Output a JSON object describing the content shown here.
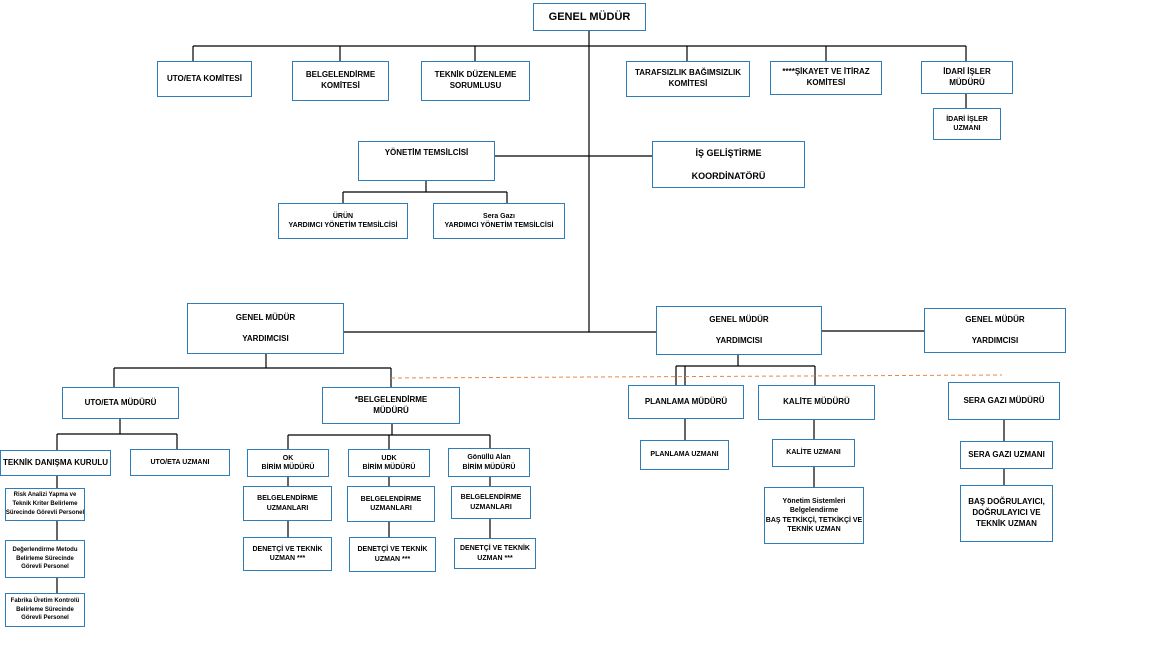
{
  "nodes": {
    "genel_mudur": "GENEL MÜDÜR",
    "uto_eta_komitesi": "UTO/ETA KOMİTESİ",
    "belgelendirme_komitesi": [
      "BELGELENDİRME",
      "KOMİTESİ"
    ],
    "teknik_duzenleme": [
      "TEKNİK DÜZENLEME",
      "SORUMLUSU"
    ],
    "tarafsizlik": [
      "TARAFSIZLIK BAĞIMSIZLIK",
      "KOMİTESİ"
    ],
    "sikayet": [
      "****ŞİKAYET VE İTİRAZ",
      "KOMİTESİ"
    ],
    "idari_mudur": [
      "İDARİ İŞLER",
      "MÜDÜRÜ"
    ],
    "idari_uzman": [
      "İDARİ İŞLER",
      "UZMANI"
    ],
    "yonetim_temsilcisi": "YÖNETİM TEMSİLCİSİ",
    "is_gelistirme": [
      "İŞ GELİŞTİRME",
      "KOORDİNATÖRÜ"
    ],
    "urun_ymt": [
      "ÜRÜN",
      "YARDIMCI YÖNETİM TEMSİLCİSİ"
    ],
    "sera_ymt": [
      "Sera Gazı",
      "YARDIMCI YÖNETİM TEMSİLCİSİ"
    ],
    "gmy_left": [
      "GENEL MÜDÜR",
      "YARDIMCISI"
    ],
    "gmy_center": [
      "GENEL MÜDÜR",
      "YARDIMCISI"
    ],
    "gmy_right": [
      "GENEL MÜDÜR",
      "YARDIMCISI"
    ],
    "uto_mudur": "UTO/ETA MÜDÜRÜ",
    "belgelendirme_mudur": [
      "*BELGELENDİRME",
      "MÜDÜRÜ"
    ],
    "teknik_danisma": "TEKNİK DANIŞMA KURULU",
    "uto_uzman": "UTO/ETA UZMANI",
    "risk_analizi": [
      "Risk Analizi Yapma ve",
      "Teknik Kriter Belirleme",
      "Sürecinde Görevli Personel"
    ],
    "degerlendirme_metodu": [
      "Değerlendirme Metodu",
      "Belirleme Sürecinde",
      "Görevli Personel"
    ],
    "fabrika_uretim": [
      "Fabrika Üretim Kontrolü",
      "Belirleme Sürecinde",
      "Görevli Personel"
    ],
    "ok_birim": [
      "OK",
      "BİRİM MÜDÜRÜ"
    ],
    "udk_birim": [
      "UDK",
      "BİRİM MÜDÜRÜ"
    ],
    "gonullu_birim": [
      "Gönüllü Alan",
      "BİRİM MÜDÜRÜ"
    ],
    "ok_uzman": [
      "BELGELENDİRME",
      "UZMANLARI"
    ],
    "udk_uzman": [
      "BELGELENDİRME",
      "UZMANLARI"
    ],
    "gonullu_uzman": [
      "BELGELENDİRME",
      "UZMANLARI"
    ],
    "ok_denetci": [
      "DENETÇİ VE TEKNİK",
      "UZMAN ***"
    ],
    "udk_denetci": [
      "DENETÇİ VE TEKNİK",
      "UZMAN ***"
    ],
    "gonullu_denetci": [
      "DENETÇİ VE TEKNİK",
      "UZMAN ***"
    ],
    "planlama_mudur": "PLANLAMA MÜDÜRÜ",
    "planlama_uzman": "PLANLAMA UZMANI",
    "kalite_mudur": "KALİTE MÜDÜRÜ",
    "kalite_uzman": "KALİTE UZMANI",
    "yonetim_sistemleri": [
      "Yönetim Sistemleri",
      "Belgelendirme",
      "BAŞ TETKİKÇİ, TETKİKÇİ VE",
      "TEKNİK UZMAN"
    ],
    "sera_mudur": "SERA GAZI MÜDÜRÜ",
    "sera_uzman": "SERA GAZI UZMANI",
    "bas_dogrulayici": [
      "BAŞ DOĞRULAYICI,",
      "DOĞRULAYICI VE",
      "TEKNİK UZMAN"
    ]
  },
  "colors": {
    "box_border": "#2e7cb8",
    "connector": "#000000",
    "dashed_link": "#e8874a",
    "text": "#000000"
  }
}
